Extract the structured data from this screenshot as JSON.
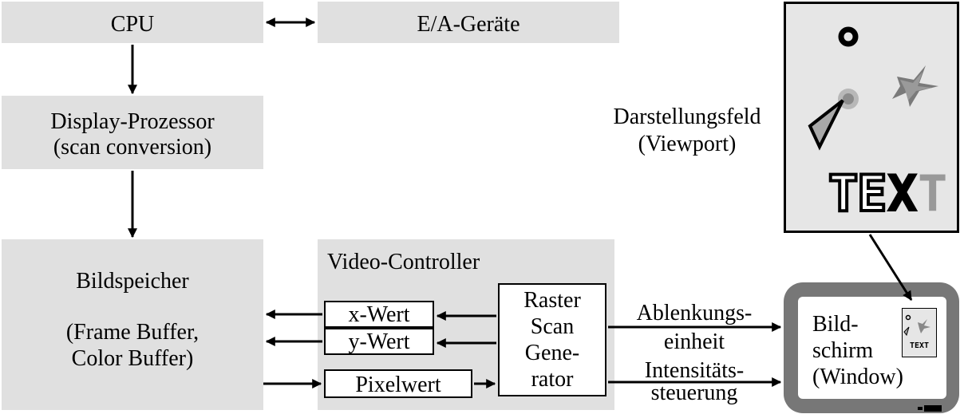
{
  "blocks": {
    "cpu": "CPU",
    "io": "E/A-Geräte",
    "display_processor": [
      "Display-Prozessor",
      "(scan conversion)"
    ],
    "framebuffer": [
      "Bildspeicher",
      "(Frame Buffer,",
      "Color Buffer)"
    ],
    "video_controller": "Video-Controller",
    "x_value": "x-Wert",
    "y_value": "y-Wert",
    "pixel_value": "Pixelwert",
    "raster_scan": [
      "Raster",
      "Scan",
      "Gene-",
      "rator"
    ],
    "deflection": [
      "Ablenkungs-",
      "einheit"
    ],
    "intensity": [
      "Intensitäts-",
      "steuerung"
    ],
    "viewport_label": [
      "Darstellungsfeld",
      "(Viewport)"
    ],
    "screen_window": [
      "Bild-",
      "schirm",
      "(Window)"
    ],
    "viewport_text": "TEXT",
    "mini_text": "TEXT"
  },
  "colors": {
    "block_fill": "#e0e0e0",
    "monitor_frame": "#777777",
    "viewport_fill": "#e6e6e6"
  }
}
